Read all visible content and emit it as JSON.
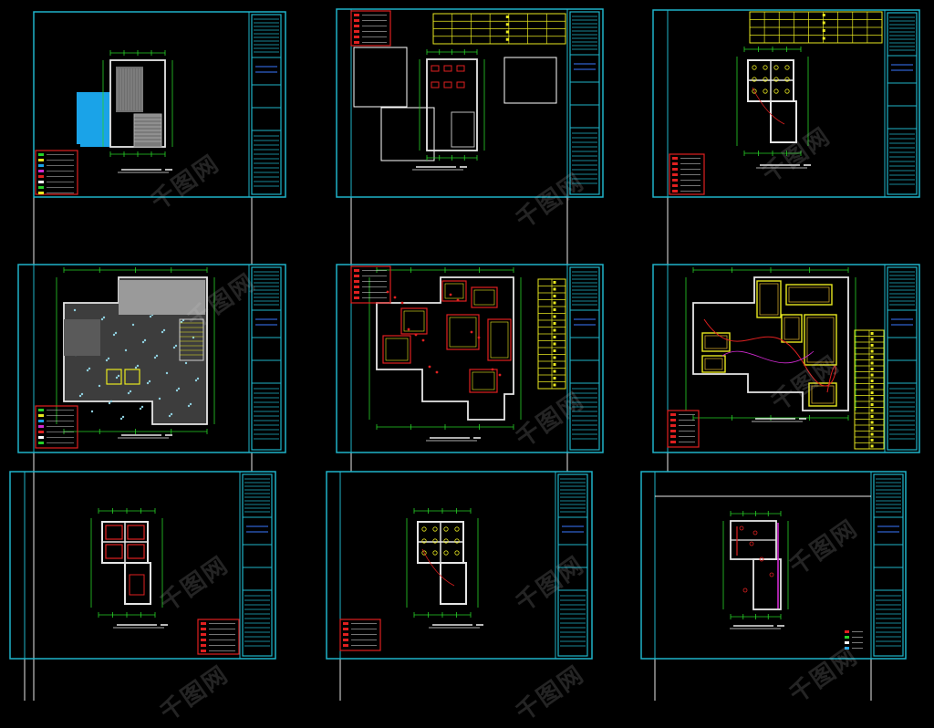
{
  "watermark": {
    "text": "千图网",
    "color": "#cfcfcf"
  },
  "colors": {
    "background": "#000000",
    "frame": "#1fb3c9",
    "sheet_line": "#e8e8e8",
    "wall": "#e6e6e6",
    "dim": "#27d127",
    "accent_red": "#e02020",
    "accent_yellow": "#e8e820",
    "water_blue": "#1aa3e8",
    "magenta": "#d12ad1",
    "grey_fill": "#9a9a9a"
  },
  "sheets": [
    {
      "id": "plan-site",
      "variant": "site",
      "has_table": false,
      "has_legend": true
    },
    {
      "id": "plan-demolition",
      "variant": "demo",
      "has_table": true,
      "has_legend": true
    },
    {
      "id": "plan-lighting-1",
      "variant": "light",
      "has_table": true,
      "has_legend": true
    },
    {
      "id": "plan-floor",
      "variant": "floor",
      "has_table": false,
      "has_legend": true
    },
    {
      "id": "plan-ceiling",
      "variant": "ceiling",
      "has_table": true,
      "has_legend": true
    },
    {
      "id": "plan-electric",
      "variant": "electric",
      "has_table": true,
      "has_legend": true
    },
    {
      "id": "plan-ceiling-2",
      "variant": "small",
      "has_table": false,
      "has_legend": true
    },
    {
      "id": "plan-lighting-2",
      "variant": "small",
      "has_table": false,
      "has_legend": true
    },
    {
      "id": "plan-plumbing",
      "variant": "plumb",
      "has_table": false,
      "has_legend": true
    }
  ]
}
